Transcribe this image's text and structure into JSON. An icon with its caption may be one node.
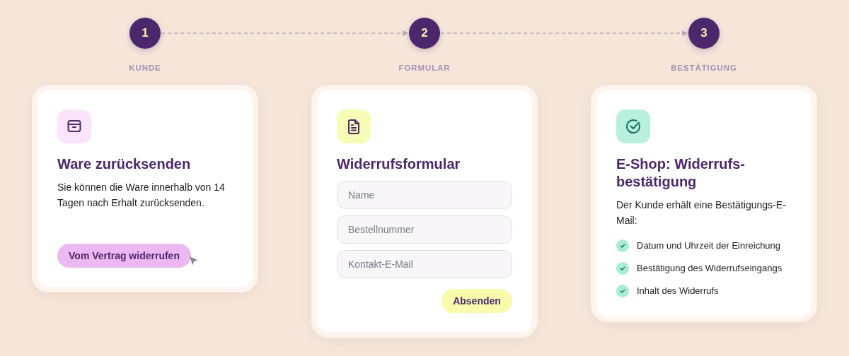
{
  "diagram": {
    "nodes": [
      {
        "text": [
          "1"
        ],
        "beside": [
          "KUNDE"
        ]
      },
      {
        "text": [
          "2"
        ],
        "beside": [
          "FORMULAR"
        ]
      },
      {
        "text": [
          "3"
        ],
        "beside": [
          "BESTÄTIGUNG"
        ]
      },
      {
        "text": [
          "Ware zurücksenden",
          "Sie können die Ware innerhalb von 14 Tagen nach Erhalt zurücksenden."
        ]
      },
      {
        "text": [
          "Vom Vertrag widerrufen"
        ],
        "in": 3
      },
      {
        "text": [
          "Widerrufsformular"
        ]
      },
      {
        "text": [
          "Name"
        ],
        "in": 5
      },
      {
        "text": [
          "Bestellnummer"
        ],
        "in": 5
      },
      {
        "text": [
          "Kontakt-E-Mail"
        ],
        "in": 5
      },
      {
        "text": [
          "Absenden"
        ],
        "in": 5
      },
      {
        "text": [
          "E-Shop: Widerrufs-bestätigung",
          "Der Kunde erhält eine Bestätigungs-E-Mail:",
          "Datum und Uhrzeit der Einreichung",
          "Bestätigung des Widerrufseingangs",
          "Inhalt des Widerrufs"
        ]
      }
    ],
    "edges": [
      {
        "from": 0,
        "to": 1,
        "arrow": "to",
        "style": "dashed"
      },
      {
        "from": 1,
        "to": 2,
        "arrow": "to",
        "style": "dashed"
      }
    ]
  }
}
